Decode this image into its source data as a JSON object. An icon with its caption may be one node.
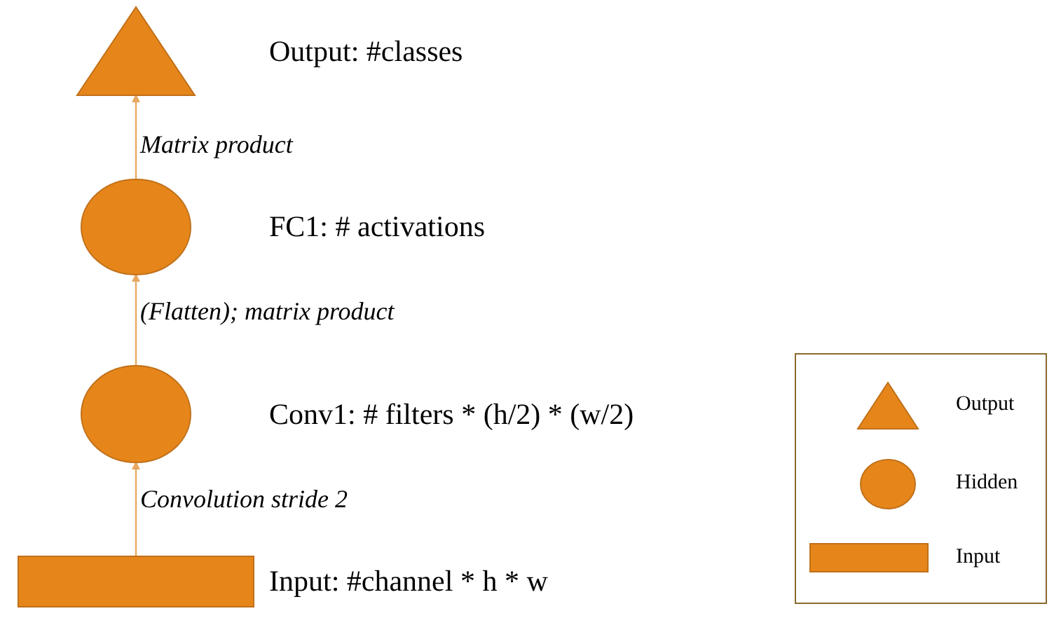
{
  "diagram": {
    "nodes": [
      {
        "text": [],
        "shape": "triangle",
        "beside": [
          "Output: #classes"
        ]
      },
      {
        "text": [],
        "shape": "circle",
        "beside": [
          "FC1: # activations"
        ]
      },
      {
        "text": [],
        "shape": "circle",
        "beside": [
          "Conv1: # filters * (h/2) * (w/2)"
        ]
      },
      {
        "text": [],
        "shape": "bar",
        "beside": [
          "Input: #channel * h * w"
        ]
      }
    ],
    "edges": [
      {
        "from": 1,
        "to": 0,
        "arrow": "to",
        "label": "Matrix product"
      },
      {
        "from": 2,
        "to": 1,
        "arrow": "to",
        "label": "(Flatten); matrix product"
      },
      {
        "from": 3,
        "to": 2,
        "arrow": "to",
        "label": "Convolution stride 2"
      }
    ],
    "legend": [
      {
        "text": "Output"
      },
      {
        "text": "Hidden"
      },
      {
        "text": "Input"
      }
    ]
  }
}
